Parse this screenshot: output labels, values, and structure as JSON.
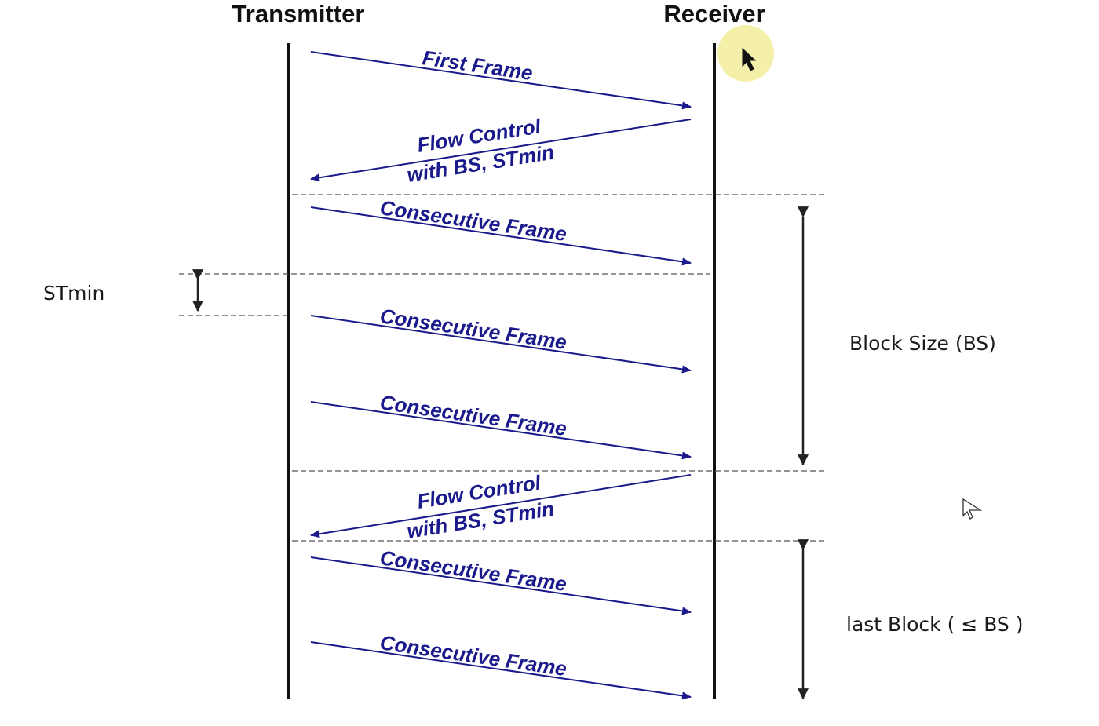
{
  "transmitter": {
    "label": "Transmitter"
  },
  "receiver": {
    "label": "Receiver"
  },
  "messages": [
    {
      "label_lines": [
        "First Frame"
      ],
      "direction": "tx-to-rx"
    },
    {
      "label_lines": [
        "Flow Control",
        "with BS, STmin"
      ],
      "direction": "rx-to-tx"
    },
    {
      "label_lines": [
        "Consecutive Frame"
      ],
      "direction": "tx-to-rx"
    },
    {
      "label_lines": [
        "Consecutive Frame"
      ],
      "direction": "tx-to-rx"
    },
    {
      "label_lines": [
        "Consecutive Frame"
      ],
      "direction": "tx-to-rx"
    },
    {
      "label_lines": [
        "Flow Control",
        "with BS, STmin"
      ],
      "direction": "rx-to-tx"
    },
    {
      "label_lines": [
        "Consecutive Frame"
      ],
      "direction": "tx-to-rx"
    },
    {
      "label_lines": [
        "Consecutive Frame"
      ],
      "direction": "tx-to-rx"
    }
  ],
  "annotations": {
    "stmin": "STmin",
    "block_size": "Block Size (BS)",
    "last_block": "last Block ( ≤ BS )"
  },
  "colors": {
    "message": "#1a1a8c",
    "lifeline": "#111111",
    "highlight": "#f3ed9a"
  }
}
